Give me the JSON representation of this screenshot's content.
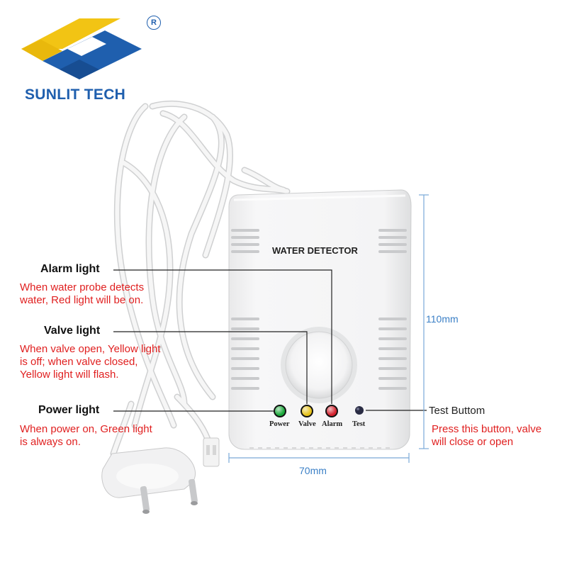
{
  "brand": {
    "name": "SUNLIT TECH",
    "registered_mark": "R",
    "colors": {
      "blue": "#1f5fae",
      "yellow": "#f2c414"
    }
  },
  "device": {
    "title": "WATER DETECTOR",
    "leds": [
      {
        "label": "Power",
        "color": "#1aa83a"
      },
      {
        "label": "Valve",
        "color": "#e6c21a"
      },
      {
        "label": "Alarm",
        "color": "#d3202c"
      },
      {
        "label": "Test",
        "color": "#2a2c44"
      }
    ]
  },
  "callouts": {
    "alarm": {
      "heading": "Alarm light",
      "description": "When water probe detects\nwater, Red light will be on."
    },
    "valve": {
      "heading": "Valve light",
      "description": "When valve open, Yellow light\nis off; when valve closed,\nYellow light will flash."
    },
    "power": {
      "heading": "Power light",
      "description": "When power on, Green light\nis always on."
    },
    "test": {
      "heading": "Test Buttom",
      "description": "Press this button, valve\nwill close or open"
    }
  },
  "dimensions": {
    "height": "110mm",
    "width": "70mm"
  },
  "colors": {
    "description_text": "#e02020",
    "dimension_text": "#3a7fc6",
    "leader_line": "#222222"
  }
}
